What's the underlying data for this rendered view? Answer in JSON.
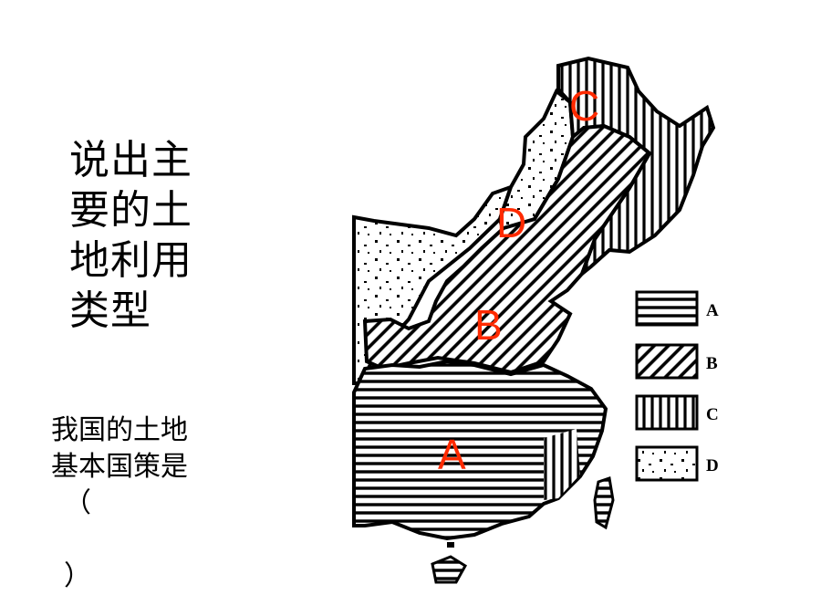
{
  "slide": {
    "title_lines": [
      "说出主",
      "要的土",
      "地利用",
      "类型"
    ],
    "question_lines": [
      "我国的土地",
      "基本国策是"
    ],
    "answer_blank": {
      "open": "（",
      "close": "）"
    }
  },
  "map": {
    "region_labels": [
      "A",
      "B",
      "C",
      "D"
    ],
    "label_color": "#ff2a00",
    "legend": [
      {
        "key": "A",
        "pattern": "horizontal-lines"
      },
      {
        "key": "B",
        "pattern": "diagonal-lines"
      },
      {
        "key": "C",
        "pattern": "vertical-lines"
      },
      {
        "key": "D",
        "pattern": "dots"
      }
    ]
  }
}
